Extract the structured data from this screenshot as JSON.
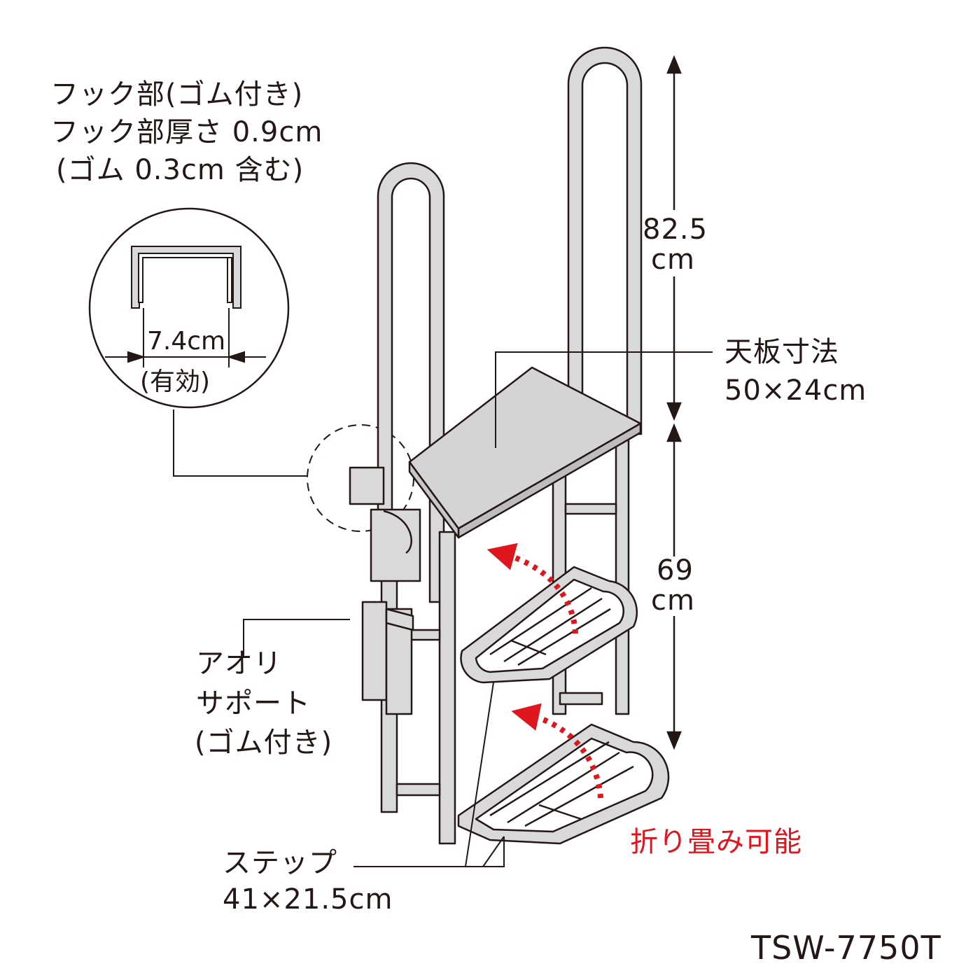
{
  "hook": {
    "title": "フック部(ゴム付き)",
    "thickness": "フック部厚さ 0.9cm",
    "rubber": "(ゴム 0.3cm 含む)",
    "width_value": "7.4cm",
    "width_note": "(有効)"
  },
  "rail_height": {
    "value": "82.5",
    "unit": "cm"
  },
  "frame_height": {
    "value": "69",
    "unit": "cm"
  },
  "top_board": {
    "label": "天板寸法",
    "size": "50×24cm"
  },
  "support": {
    "line1": "アオリ",
    "line2": "サポート",
    "line3": "(ゴム付き)"
  },
  "step": {
    "label": "ステップ",
    "size": "41×21.5cm"
  },
  "foldable": "折り畳み可能",
  "model": "TSW-7750T",
  "colors": {
    "line": "#231815",
    "metal": "#d9d9d9",
    "board": "#d4d4d4",
    "accent": "#e0161f"
  }
}
